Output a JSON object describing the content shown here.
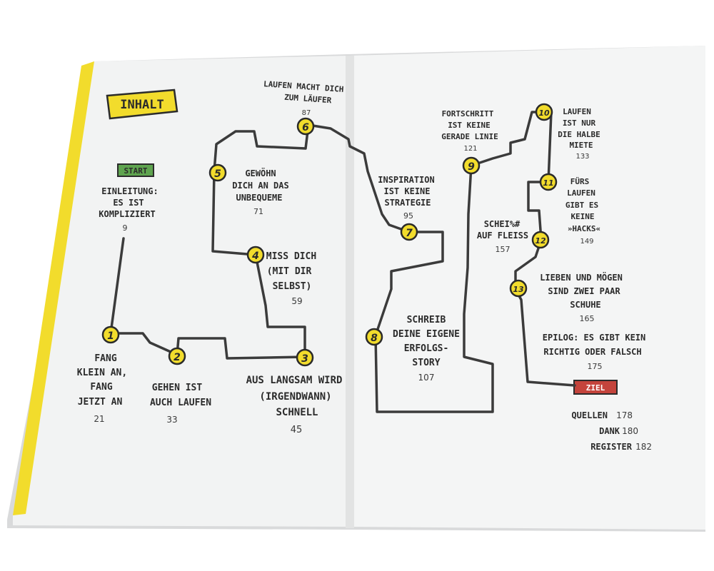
{
  "title": "INHALT",
  "start_label": "START",
  "ziel_label": "ZIEL",
  "intro": {
    "lines": [
      "EINLEITUNG:",
      "ES IST",
      "KOMPLIZIERT"
    ],
    "page": "9"
  },
  "chapters": [
    {
      "num": "1",
      "lines": [
        "FANG",
        "KLEIN AN,",
        "FANG",
        "JETZT AN"
      ],
      "page": "21"
    },
    {
      "num": "2",
      "lines": [
        "GEHEN IST",
        "AUCH LAUFEN"
      ],
      "page": "33"
    },
    {
      "num": "3",
      "lines": [
        "AUS LANGSAM WIRD",
        "(IRGENDWANN)",
        "SCHNELL"
      ],
      "page": "45"
    },
    {
      "num": "4",
      "lines": [
        "MISS DICH",
        "(MIT DIR",
        "SELBST)"
      ],
      "page": "59"
    },
    {
      "num": "5",
      "lines": [
        "GEWÖHN",
        "DICH AN DAS",
        "UNBEQUEME"
      ],
      "page": "71"
    },
    {
      "num": "6",
      "lines": [
        "LAUFEN MACHT DICH",
        "ZUM LÄUFER"
      ],
      "page": "87"
    },
    {
      "num": "7",
      "lines": [
        "INSPIRATION",
        "IST KEINE",
        "STRATEGIE"
      ],
      "page": "95"
    },
    {
      "num": "8",
      "lines": [
        "SCHREIB",
        "DEINE EIGENE",
        "ERFOLGS-",
        "STORY"
      ],
      "page": "107"
    },
    {
      "num": "9",
      "lines": [
        "FORTSCHRITT",
        "IST KEINE",
        "GERADE LINIE"
      ],
      "page": "121"
    },
    {
      "num": "10",
      "lines": [
        "LAUFEN",
        "IST NUR",
        "DIE HALBE",
        "MIETE"
      ],
      "page": "133"
    },
    {
      "num": "11",
      "lines": [
        "FÜRS",
        "LAUFEN",
        "GIBT ES",
        "KEINE",
        "»HACKS«"
      ],
      "page": "149"
    },
    {
      "num": "12",
      "lines": [
        "SCHEI%#",
        "AUF FLEISS"
      ],
      "page": "157"
    },
    {
      "num": "13",
      "lines": [
        "LIEBEN UND MÖGEN",
        "SIND ZWEI PAAR",
        "SCHUHE"
      ],
      "page": "165"
    }
  ],
  "epilog": {
    "lines": [
      "EPILOG: ES GIBT KEIN",
      "RICHTIG ODER FALSCH"
    ],
    "page": "175"
  },
  "backmatter": [
    {
      "label": "QUELLEN",
      "page": "178"
    },
    {
      "label": "DANK",
      "page": "180"
    },
    {
      "label": "REGISTER",
      "page": "182"
    }
  ],
  "colors": {
    "yellow": "#f2dc2c",
    "badge_green": "#5fa44f",
    "badge_red": "#c4443c",
    "path": "#3b3b3b"
  }
}
